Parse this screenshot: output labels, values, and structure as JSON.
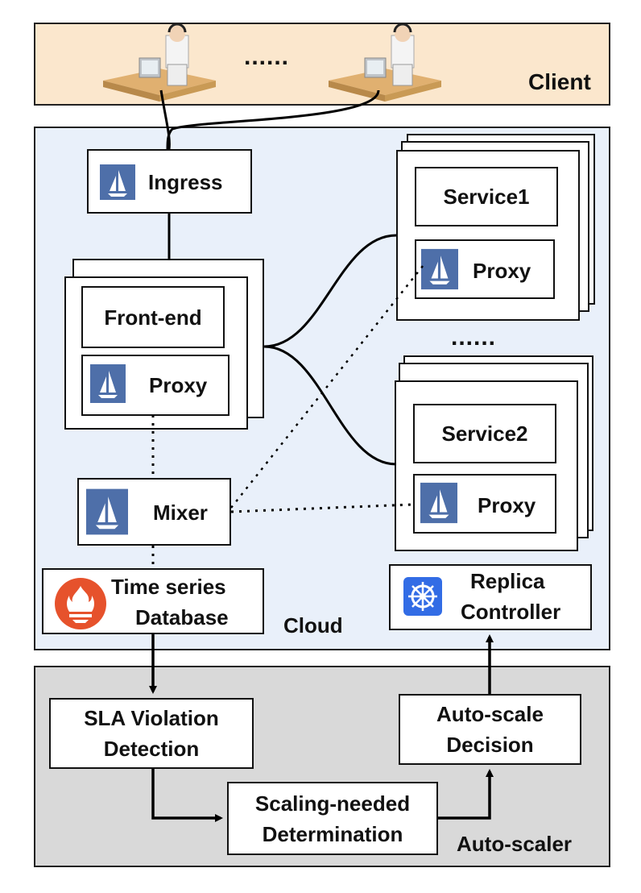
{
  "colors": {
    "client_bg": "#fbe7cd",
    "cloud_bg": "#e9f0fa",
    "autoscaler_bg": "#d9d9d9",
    "istio_blue": "#4e6fa9",
    "prometheus_red": "#e6522c",
    "kubernetes_blue": "#326ce5"
  },
  "client": {
    "label": "Client",
    "ellipsis": "......",
    "users": [
      "person-at-computer-icon",
      "person-at-computer-icon"
    ]
  },
  "cloud": {
    "label": "Cloud",
    "ingress": {
      "label": "Ingress",
      "icon": "istio-sail-icon"
    },
    "frontend": {
      "label": "Front-end",
      "proxy_label": "Proxy",
      "icon": "istio-sail-icon"
    },
    "service1": {
      "label": "Service1",
      "proxy_label": "Proxy",
      "icon": "istio-sail-icon"
    },
    "services_ellipsis": "......",
    "service2": {
      "label": "Service2",
      "proxy_label": "Proxy",
      "icon": "istio-sail-icon"
    },
    "mixer": {
      "label": "Mixer",
      "icon": "istio-sail-icon"
    },
    "tsdb": {
      "line1": "Time series",
      "line2": "Database",
      "icon": "prometheus-flame-icon"
    },
    "replica": {
      "line1": "Replica",
      "line2": "Controller",
      "icon": "kubernetes-helm-icon"
    }
  },
  "autoscaler": {
    "label": "Auto-scaler",
    "sla": {
      "line1": "SLA Violation",
      "line2": "Detection"
    },
    "scaling": {
      "line1": "Scaling-needed",
      "line2": "Determination"
    },
    "decision": {
      "line1": "Auto-scale",
      "line2": "Decision"
    }
  }
}
